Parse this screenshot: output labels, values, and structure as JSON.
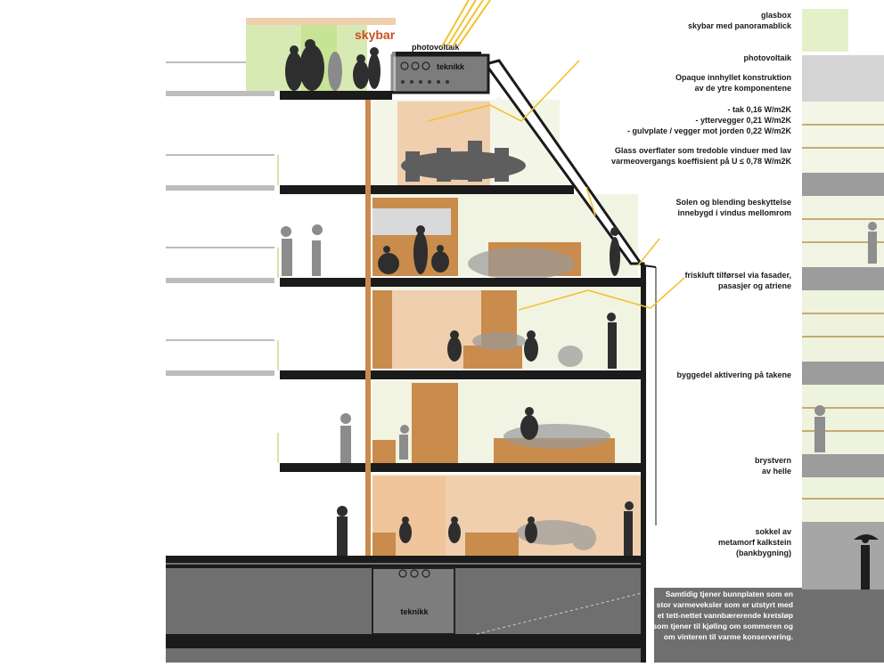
{
  "labels": {
    "skybar": "skybar",
    "photovoltaik_roof": "photovoltaik",
    "teknikk_roof": "teknikk",
    "teknikk_basement": "teknikk"
  },
  "annotations": [
    {
      "id": "glasbox",
      "lines": [
        "glasbox",
        "skybar med panoramablick"
      ]
    },
    {
      "id": "photovoltaik",
      "lines": [
        "photovoltaik"
      ]
    },
    {
      "id": "envelope",
      "lines": [
        "Opaque innhyllet konstruktion",
        "av de ytre komponentene",
        "",
        "- tak 0,16 W/m2K",
        "- yttervegger 0,21 W/m2K",
        "- gulvplate / vegger mot jorden 0,22 W/m2K"
      ]
    },
    {
      "id": "glazing",
      "lines": [
        "Glass overflater som tredoble vinduer med lav",
        "varmeovergangs koeffisient på U ≤ 0,78 W/m2K"
      ]
    },
    {
      "id": "sunshade",
      "lines": [
        "Solen og blending beskyttelse",
        "innebygd i vindus mellomrom"
      ]
    },
    {
      "id": "freshair",
      "lines": [
        "friskluft tilførsel via fasader,",
        "pasasjer og atriene"
      ]
    },
    {
      "id": "activation",
      "lines": [
        "byggedel aktivering på takene"
      ]
    },
    {
      "id": "parapet",
      "lines": [
        "brystvern",
        "av helle"
      ]
    },
    {
      "id": "plinth",
      "lines": [
        "sokkel av",
        "metamorf kalkstein",
        "(bankbygning)"
      ]
    }
  ],
  "caption_lines": [
    "Samtidig tjener bunnplaten som en",
    "stor varmeveksler som er utstyrt med",
    "et tett-nettet vannbærerende kretsløp",
    "som tjener til kjøling om sommeren og",
    "om vinteren til varme konservering."
  ],
  "colors": {
    "slab": "#1b1b1b",
    "glass_tint": "#eef3de",
    "wood": "#c98c4c",
    "wood_light": "#efcfae",
    "skybar_glass": "#d8eab4",
    "sun_ray": "#f2c230",
    "basement": "#6f6f6f",
    "silhouette": "#3a3a3a",
    "furniture": "#6a6a6a",
    "stone": "#9c9c9c",
    "label_orange": "#c8501e"
  }
}
